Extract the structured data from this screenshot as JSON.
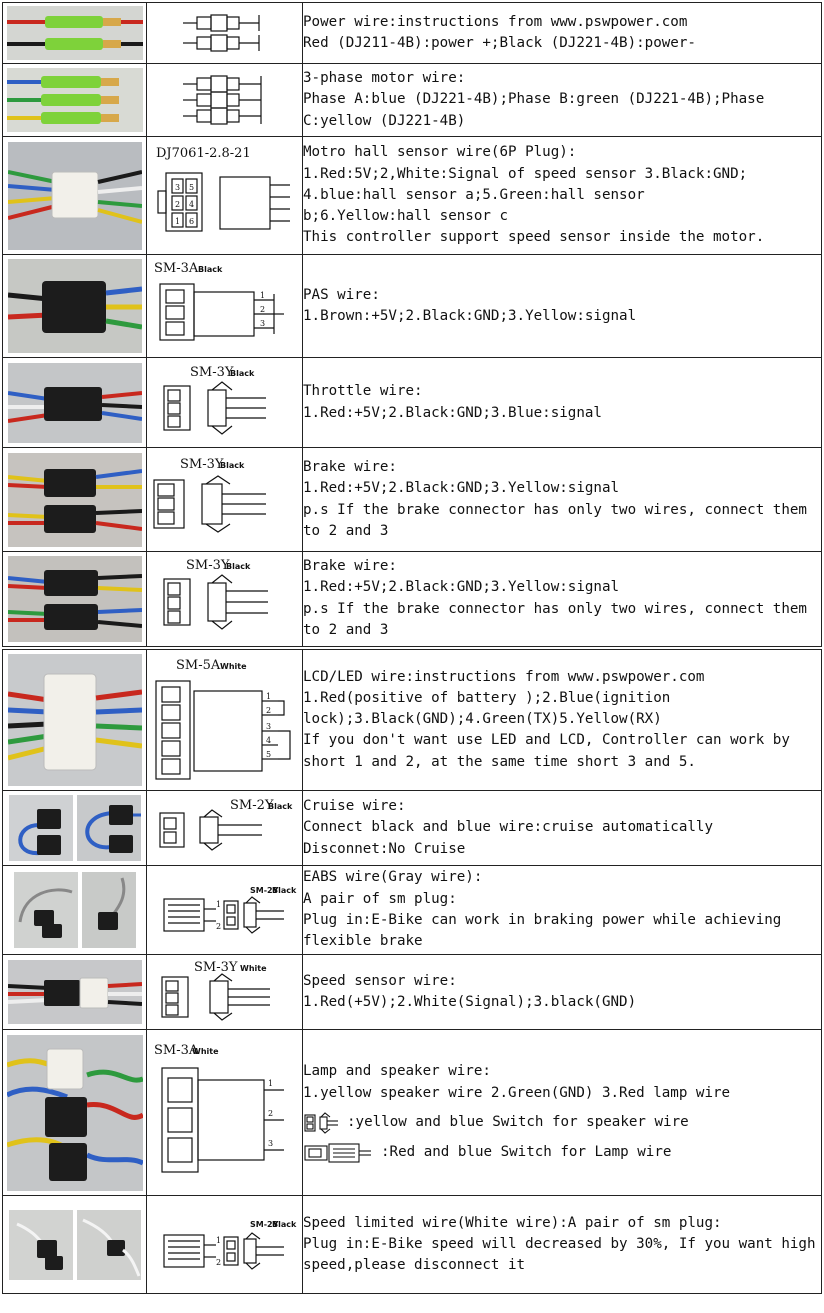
{
  "rows": [
    {
      "id": "power",
      "lines": [
        "Power wire:instructions from www.pswpower.com",
        "Red (DJ211-4B):power +;Black (DJ221-4B):power-"
      ]
    },
    {
      "id": "motor-phase",
      "lines": [
        "3-phase motor wire:",
        "Phase A:blue (DJ221-4B);Phase B:green (DJ221-4B);Phase C:yellow (DJ221-4B)"
      ]
    },
    {
      "id": "hall",
      "diagram_label": "DJ7061-2.8-21",
      "pin_numbers": [
        "3",
        "5",
        "2",
        "4",
        "1",
        "6"
      ],
      "lines": [
        "Motro hall sensor wire(6P Plug):",
        "1.Red:5V;2,White:Signal of speed sensor 3.Black:GND;",
        "4.blue:hall sensor a;5.Green:hall sensor",
        "b;6.Yellow:hall sensor c",
        "This controller support speed sensor inside the motor."
      ]
    },
    {
      "id": "pas",
      "diagram_label": "SM-3A",
      "diagram_color": "Black",
      "pin_numbers": [
        "1",
        "2",
        "3"
      ],
      "lines": [
        "PAS wire:",
        "1.Brown:+5V;2.Black:GND;3.Yellow:signal"
      ]
    },
    {
      "id": "throttle",
      "diagram_label": "SM-3Y",
      "diagram_color": "Black",
      "lines": [
        "Throttle wire:",
        "1.Red:+5V;2.Black:GND;3.Blue:signal"
      ]
    },
    {
      "id": "brake-1",
      "diagram_label": "SM-3Y",
      "diagram_color": "Black",
      "lines": [
        "Brake wire:",
        "1.Red:+5V;2.Black:GND;3.Yellow:signal",
        "p.s If the brake connector has only two wires, connect them to 2 and 3"
      ]
    },
    {
      "id": "brake-2",
      "diagram_label": "SM-3Y",
      "diagram_color": "Black",
      "lines": [
        "Brake wire:",
        "1.Red:+5V;2.Black:GND;3.Yellow:signal",
        "p.s If the brake connector has only two wires, connect them to 2 and 3"
      ]
    },
    {
      "id": "lcd",
      "diagram_label": "SM-5A",
      "diagram_color": "White",
      "pin_numbers": [
        "1",
        "2",
        "3",
        "4",
        "5"
      ],
      "lines": [
        "LCD/LED wire:instructions from www.pswpower.com",
        "1.Red(positive of battery );2.Blue(ignition lock);3.Black(GND);4.Green(TX)5.Yellow(RX)",
        "If you don't want use LED and LCD, Controller can work by short 1 and 2, at the same time short 3 and 5."
      ]
    },
    {
      "id": "cruise",
      "diagram_label": "SM-2Y",
      "diagram_color": "Black",
      "lines": [
        "Cruise wire:",
        "Connect black and blue wire:cruise automatically",
        "Disconnet:No Cruise"
      ]
    },
    {
      "id": "eabs",
      "diagram_label": "SM-2Y",
      "diagram_color": "Black",
      "pin_numbers": [
        "1",
        "2"
      ],
      "lines": [
        "EABS wire(Gray wire):",
        "A pair of sm plug:",
        "Plug in:E-Bike can work in braking power while achieving flexible brake"
      ]
    },
    {
      "id": "speed-sensor",
      "diagram_label": "SM-3Y",
      "diagram_color": "White",
      "lines": [
        "Speed sensor wire:",
        "1.Red(+5V);2.White(Signal);3.black(GND)"
      ]
    },
    {
      "id": "lamp-speaker",
      "diagram_label": "SM-3A",
      "diagram_color": "White",
      "pin_numbers": [
        "1",
        "2",
        "3"
      ],
      "lines": [
        "Lamp and speaker wire:",
        "1.yellow speaker wire 2.Green(GND) 3.Red lamp wire"
      ],
      "sub_lines": [
        ":yellow and blue Switch for speaker wire",
        ":Red and blue Switch for Lamp wire"
      ]
    },
    {
      "id": "speed-limit",
      "diagram_label": "SM-2Y",
      "diagram_color": "Black",
      "pin_numbers": [
        "1",
        "2"
      ],
      "lines": [
        "Speed limited wire(White wire):A pair of sm plug:",
        "Plug in:E-Bike speed will decreased by 30%, If you want high speed,please disconnect it"
      ]
    }
  ],
  "colors": {
    "border": "#222222",
    "wire_red": "#c8281e",
    "wire_black": "#1a1a1a",
    "wire_blue": "#2f5fc4",
    "wire_green": "#2e9a3e",
    "wire_yellow": "#e0c21a",
    "wire_white": "#eeeeee",
    "wire_brown": "#7a4a22",
    "wire_gray": "#888888",
    "connector_black": "#1c1c1c",
    "connector_white": "#f2f0ea",
    "connector_green": "#7ed23a",
    "photo_bg": "#c9ccd0"
  }
}
